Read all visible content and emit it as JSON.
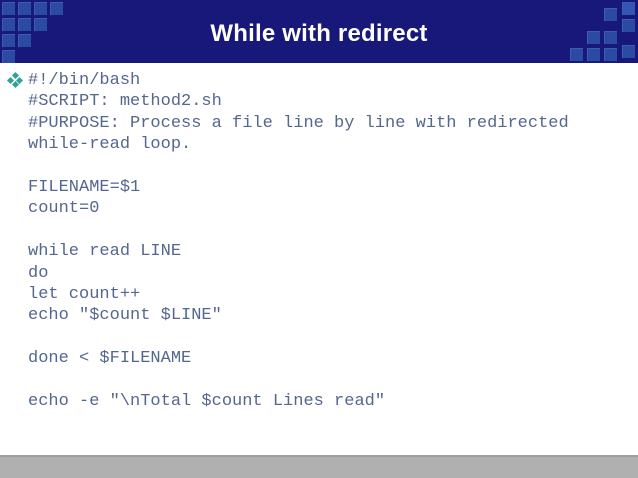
{
  "slide": {
    "title": "While with redirect",
    "bullet_icon": "four-diamonds-bullet",
    "code_lines": [
      "#!/bin/bash",
      "#SCRIPT: method2.sh",
      "#PURPOSE: Process a file line by line with redirected",
      "while-read loop.",
      "",
      "FILENAME=$1",
      "count=0",
      "",
      "while read LINE",
      "do",
      "let count++",
      "echo \"$count $LINE\"",
      "",
      "done < $FILENAME",
      "",
      "echo -e \"\\nTotal $count Lines read\""
    ]
  },
  "colors": {
    "header_background": "#18187B",
    "decor_square_blue": "#2B4AA2",
    "title_text": "#FFFFFF",
    "code_text": "#54678F",
    "bullet_teal": "#33A396",
    "footer_gray": "#B0B0B0",
    "body_background": "#FFFFFF"
  }
}
